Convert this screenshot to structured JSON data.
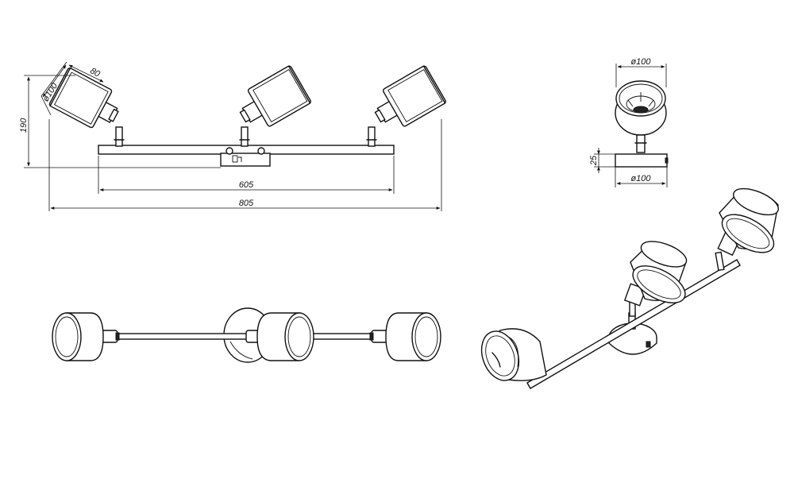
{
  "dimensions": {
    "height_190": "190",
    "diameter_100_shade": "ø100",
    "depth_80": "80",
    "length_605": "605",
    "length_805": "805",
    "side_diameter_top": "ø100",
    "side_base_height": "25",
    "side_diameter_bottom": "ø100"
  }
}
